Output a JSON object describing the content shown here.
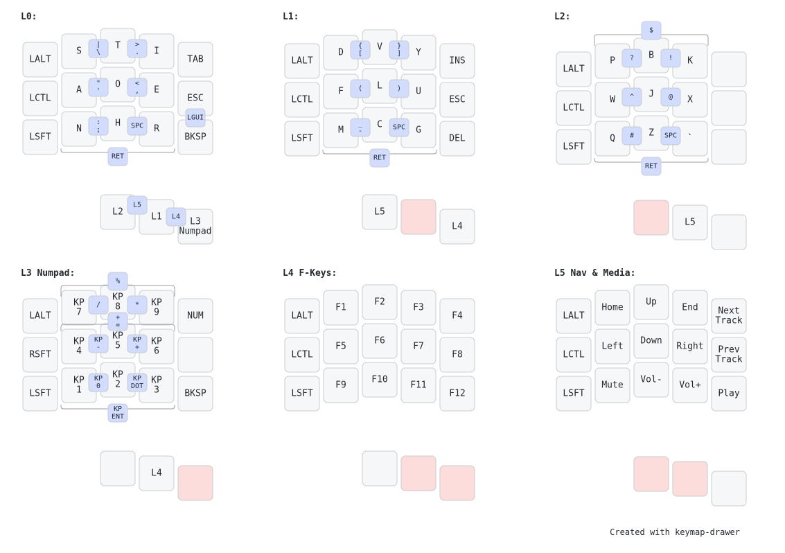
{
  "footer": "Created with keymap-drawer",
  "layers": [
    {
      "title": "L0:",
      "left": [
        "LALT",
        "LCTL",
        "LSFT"
      ],
      "center": [
        [
          "S",
          "T",
          "I"
        ],
        [
          "A",
          "O",
          "E"
        ],
        [
          "N",
          "H",
          "R"
        ]
      ],
      "right": [
        "TAB",
        "ESC",
        "BKSP"
      ],
      "thumbs": [
        {
          "label": "L2",
          "held": false
        },
        {
          "label": "L1",
          "held": false
        },
        {
          "label": "L3\nNumpad",
          "held": false
        }
      ],
      "combos": [
        {
          "label": "|\n\\",
          "pos": "row0-c01"
        },
        {
          "label": ">\n.",
          "pos": "row0-c12"
        },
        {
          "label": "\"\n'",
          "pos": "row1-c01"
        },
        {
          "label": "<\n,",
          "pos": "row1-c12"
        },
        {
          "label": ":\n;",
          "pos": "row2-c01"
        },
        {
          "label": "SPC",
          "pos": "row2-c12"
        },
        {
          "label": "RET",
          "pos": "bottom"
        },
        {
          "label": "LGUI",
          "pos": "right-12"
        },
        {
          "label": "L5",
          "pos": "thumb-01"
        },
        {
          "label": "L4",
          "pos": "thumb-12"
        }
      ]
    },
    {
      "title": "L1:",
      "left": [
        "LALT",
        "LCTL",
        "LSFT"
      ],
      "center": [
        [
          "D",
          "V",
          "Y"
        ],
        [
          "F",
          "L",
          "U"
        ],
        [
          "M",
          "C",
          "G"
        ]
      ],
      "right": [
        "INS",
        "ESC",
        "DEL"
      ],
      "thumbs": [
        {
          "label": "L5",
          "held": false
        },
        {
          "label": "",
          "held": true
        },
        {
          "label": "L4",
          "held": false
        }
      ],
      "combos": [
        {
          "label": "{\n[",
          "pos": "row0-c01"
        },
        {
          "label": "}\n]",
          "pos": "row0-c12"
        },
        {
          "label": "(",
          "pos": "row1-c01"
        },
        {
          "label": ")",
          "pos": "row1-c12"
        },
        {
          "label": "_\n-",
          "pos": "row2-c01"
        },
        {
          "label": "SPC",
          "pos": "row2-c12"
        },
        {
          "label": "RET",
          "pos": "bottom"
        }
      ]
    },
    {
      "title": "L2:",
      "left": [
        "LALT",
        "LCTL",
        "LSFT"
      ],
      "center": [
        [
          "P",
          "B",
          "K"
        ],
        [
          "W",
          "J",
          "X"
        ],
        [
          "Q",
          "Z",
          "`"
        ]
      ],
      "right": [
        "",
        "",
        ""
      ],
      "thumbs": [
        {
          "label": "",
          "held": true
        },
        {
          "label": "L5",
          "held": false
        },
        {
          "label": "",
          "held": false
        }
      ],
      "combos": [
        {
          "label": "$",
          "pos": "top"
        },
        {
          "label": "?",
          "pos": "row0-c01"
        },
        {
          "label": "!",
          "pos": "row0-c12"
        },
        {
          "label": "^",
          "pos": "row1-c01"
        },
        {
          "label": "@",
          "pos": "row1-c12"
        },
        {
          "label": "#",
          "pos": "row2-c01"
        },
        {
          "label": "SPC",
          "pos": "row2-c12"
        },
        {
          "label": "RET",
          "pos": "bottom"
        }
      ]
    },
    {
      "title": "L3 Numpad:",
      "left": [
        "LALT",
        "RSFT",
        "LSFT"
      ],
      "center": [
        [
          "KP\n7",
          "KP\n8",
          "KP\n9"
        ],
        [
          "KP\n4",
          "KP\n5",
          "KP\n6"
        ],
        [
          "KP\n1",
          "KP\n2",
          "KP\n3"
        ]
      ],
      "right": [
        "NUM",
        "",
        "BKSP"
      ],
      "thumbs": [
        {
          "label": "",
          "held": false
        },
        {
          "label": "L4",
          "held": false
        },
        {
          "label": "",
          "held": true
        }
      ],
      "combos": [
        {
          "label": "%",
          "pos": "top"
        },
        {
          "label": "/",
          "pos": "row0-c01"
        },
        {
          "label": "*",
          "pos": "row0-c12"
        },
        {
          "label": "+\n=",
          "pos": "mid"
        },
        {
          "label": "KP\n-",
          "pos": "row1-c01"
        },
        {
          "label": "KP\n+",
          "pos": "row1-c12"
        },
        {
          "label": "KP\n0",
          "pos": "row2-c01"
        },
        {
          "label": "KP\nDOT",
          "pos": "row2-c12"
        },
        {
          "label": "KP\nENT",
          "pos": "bottom"
        }
      ]
    },
    {
      "title": "L4 F-Keys:",
      "left": [
        "LALT",
        "LCTL",
        "LSFT"
      ],
      "center": [
        [
          "F1",
          "F2",
          "F3"
        ],
        [
          "F5",
          "F6",
          "F7"
        ],
        [
          "F9",
          "F10",
          "F11"
        ]
      ],
      "right": [
        "F4",
        "F8",
        "F12"
      ],
      "thumbs": [
        {
          "label": "",
          "held": false
        },
        {
          "label": "",
          "held": true
        },
        {
          "label": "",
          "held": true
        }
      ],
      "combos": []
    },
    {
      "title": "L5 Nav & Media:",
      "left": [
        "LALT",
        "LCTL",
        "LSFT"
      ],
      "center": [
        [
          "Home",
          "Up",
          "End"
        ],
        [
          "Left",
          "Down",
          "Right"
        ],
        [
          "Mute",
          "Vol-",
          "Vol+"
        ]
      ],
      "right": [
        "Next\nTrack",
        "Prev\nTrack",
        "Play"
      ],
      "thumbs": [
        {
          "label": "",
          "held": true
        },
        {
          "label": "",
          "held": true
        },
        {
          "label": "",
          "held": false
        }
      ],
      "combos": []
    }
  ]
}
